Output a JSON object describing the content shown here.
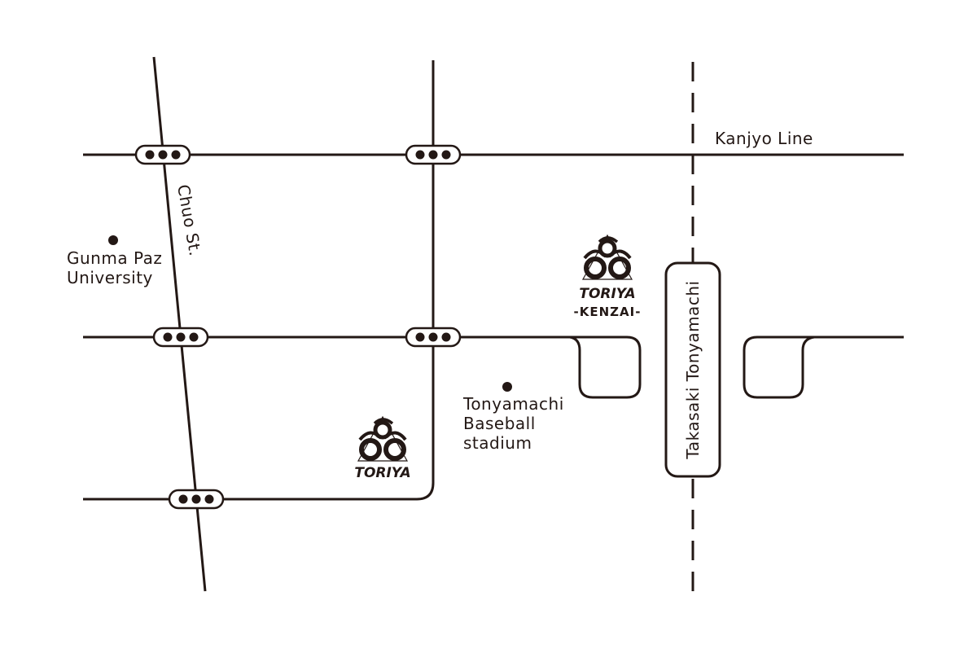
{
  "map": {
    "background_color": "#ffffff",
    "ink_color": "#231815",
    "rail_line_name": "Kanjyo Line",
    "street_name": "Chuo St.",
    "station_name": "Takasaki Tonyamachi",
    "landmarks": {
      "university": {
        "line1": "Gunma Paz",
        "line2": "University"
      },
      "stadium": {
        "line1": "Tonyamachi",
        "line2": "Baseball",
        "line3": "stadium"
      }
    },
    "stores": {
      "toriya": {
        "brand": "TORIYA",
        "icon": "toriya-logo-icon"
      },
      "toriya_kenzai": {
        "brand": "TORIYA",
        "sub": "-KENZAI-",
        "icon": "toriya-logo-icon"
      }
    },
    "icons": {
      "traffic_signal": "traffic-signal-icon",
      "landmark_marker": "dot-marker-icon"
    }
  }
}
